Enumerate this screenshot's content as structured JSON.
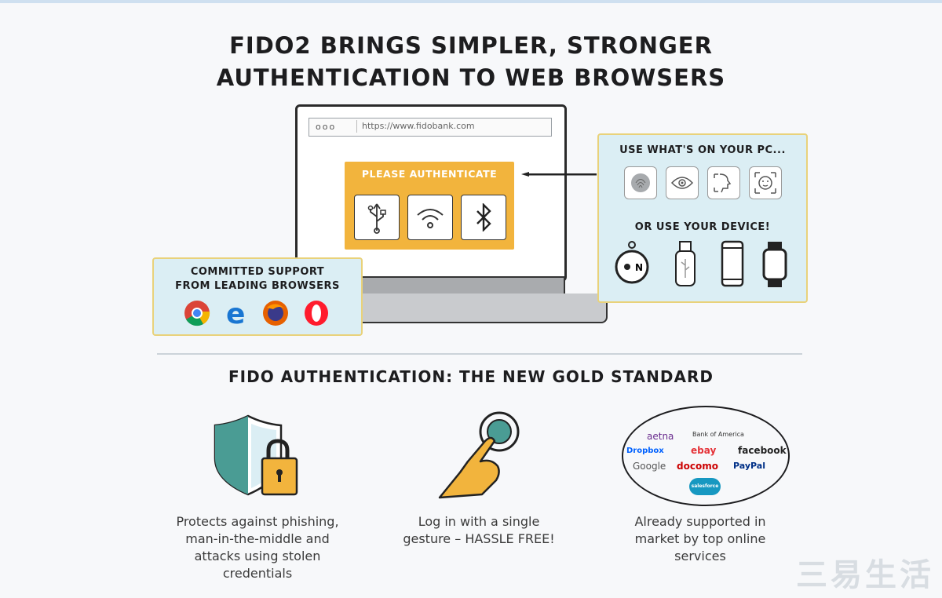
{
  "title_line1": "FIDO2 BRINGS SIMPLER, STRONGER",
  "title_line2": "AUTHENTICATION TO WEB BROWSERS",
  "browser_url": "https://www.fidobank.com",
  "browser_dots": "ooo",
  "auth_title": "PLEASE AUTHENTICATE",
  "auth_icons": [
    "usb-icon",
    "wireless-icon",
    "bluetooth-icon"
  ],
  "pc_head": "USE WHAT'S ON YOUR PC...",
  "pc_icons": [
    "fingerprint-icon",
    "eye-icon",
    "face-profile-icon",
    "face-scan-icon"
  ],
  "device_head": "OR USE YOUR DEVICE!",
  "device_icons": [
    "security-key-icon",
    "usb-key-icon",
    "phone-icon",
    "watch-icon"
  ],
  "browsers_head_line1": "COMMITTED SUPPORT",
  "browsers_head_line2": "FROM LEADING BROWSERS",
  "browsers": [
    "chrome-icon",
    "edge-icon",
    "firefox-icon",
    "opera-icon"
  ],
  "subtitle": "FIDO AUTHENTICATION: THE NEW GOLD STANDARD",
  "caption_security": [
    "Protects against phishing,",
    "man-in-the-middle and",
    "attacks using stolen",
    "credentials"
  ],
  "caption_gesture": [
    "Log in with a single",
    "gesture – HASSLE FREE!"
  ],
  "caption_services": [
    "Already supported in",
    "market by top online",
    "services"
  ],
  "service_logos": {
    "aetna": "aetna",
    "bofa": "Bank of America",
    "dropbox": "Dropbox",
    "ebay": "ebay",
    "facebook": "facebook",
    "google": "Google",
    "docomo": "docomo",
    "paypal": "PayPal",
    "salesforce": "salesforce"
  },
  "watermark": "三易生活",
  "colors": {
    "auth": "#f2b43d",
    "panel": "#dbeef4",
    "panel_border": "#e9d27a"
  }
}
